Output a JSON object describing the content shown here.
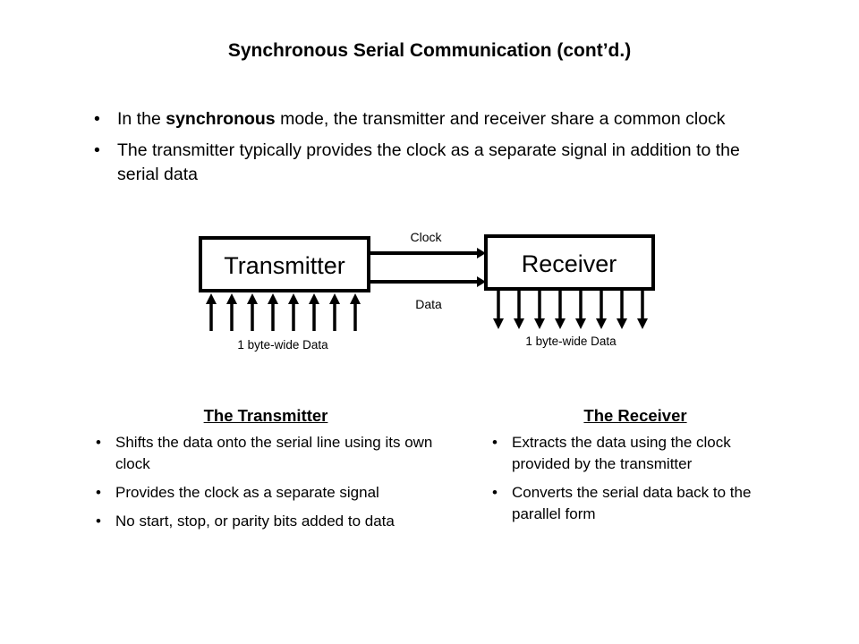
{
  "title": "Synchronous Serial Communication (cont’d.)",
  "intro_bullets": [
    {
      "pre": "In the ",
      "bold": "synchronous",
      "post": " mode, the transmitter and receiver share a common clock"
    },
    {
      "pre": "The transmitter typically provides the clock as a separate signal in addition to the serial data",
      "bold": "",
      "post": ""
    }
  ],
  "diagram": {
    "transmitter_label": "Transmitter",
    "receiver_label": "Receiver",
    "clock_label": "Clock",
    "data_label": "Data",
    "tx_bus_label": "1 byte-wide Data",
    "rx_bus_label": "1 byte-wide Data",
    "bus_width_bits": 8
  },
  "transmitter_section": {
    "heading": "The Transmitter",
    "bullets": [
      "Shifts the data onto the serial line using its own clock",
      "Provides the clock as a separate signal",
      "No start, stop, or parity bits added to data"
    ]
  },
  "receiver_section": {
    "heading": "The Receiver",
    "bullets": [
      "Extracts the data using the clock provided by the transmitter",
      "Converts the serial data back to the parallel form"
    ]
  },
  "bullet_char": "•"
}
